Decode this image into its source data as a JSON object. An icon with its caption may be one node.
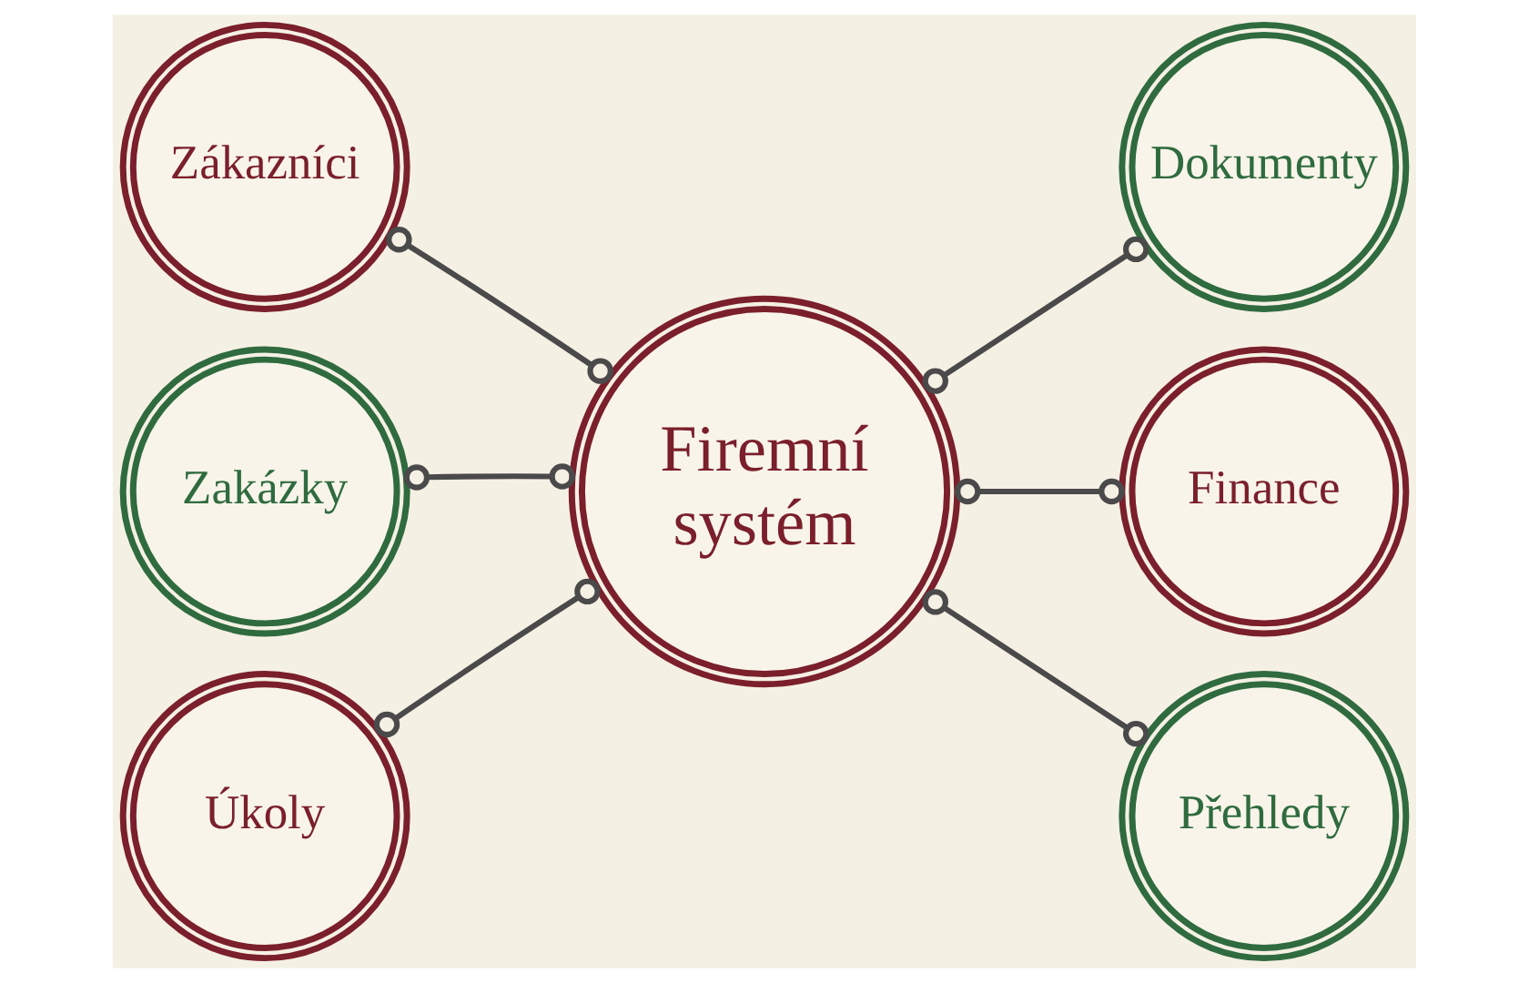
{
  "diagram": {
    "nodes": [
      {
        "text": [
          "Zákazníci"
        ]
      },
      {
        "text": [
          "Dokumenty"
        ]
      },
      {
        "text": [
          "Zakázky"
        ]
      },
      {
        "text": [
          "Firemní systém"
        ]
      },
      {
        "text": [
          "Finance"
        ]
      },
      {
        "text": [
          "Úkoly"
        ]
      },
      {
        "text": [
          "Přehledy"
        ]
      }
    ],
    "edges": [
      {
        "from": 3,
        "to": 0,
        "arrow": "other"
      },
      {
        "from": 3,
        "to": 1,
        "arrow": "other"
      },
      {
        "from": 3,
        "to": 2,
        "arrow": "other"
      },
      {
        "from": 3,
        "to": 4,
        "arrow": "other"
      },
      {
        "from": 3,
        "to": 5,
        "arrow": "other"
      },
      {
        "from": 3,
        "to": 6,
        "arrow": "other"
      }
    ]
  }
}
